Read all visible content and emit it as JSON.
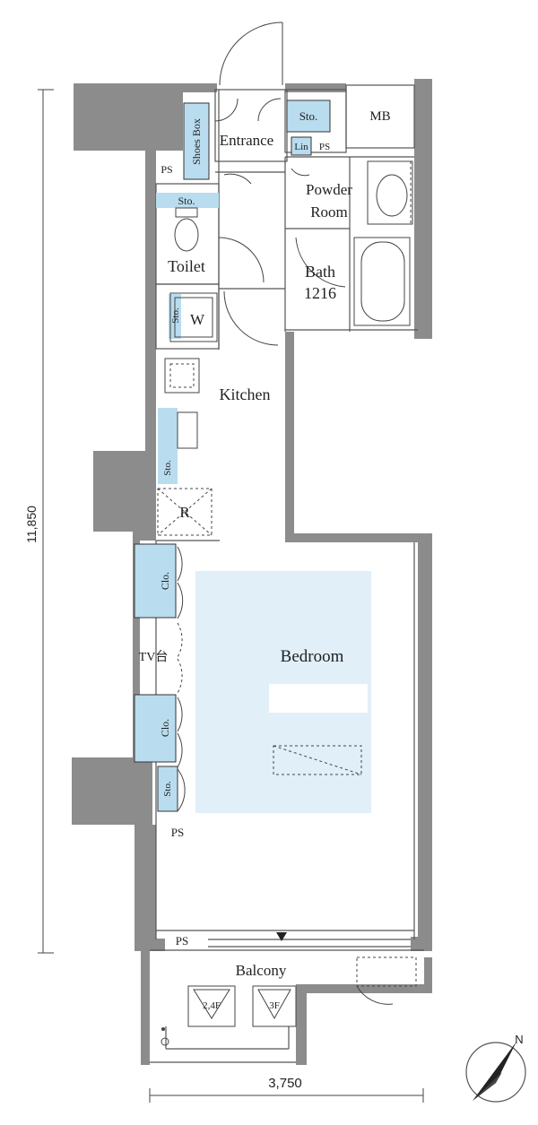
{
  "plan": {
    "rooms": {
      "entrance": "Entrance",
      "shoes_box": "Shoes Box",
      "storage": "Sto.",
      "mb": "MB",
      "linen": "Lin",
      "ps": "PS",
      "powder_room_line1": "Powder",
      "powder_room_line2": "Room",
      "toilet": "Toilet",
      "bath_line1": "Bath",
      "bath_line2": "1216",
      "washer": "W",
      "kitchen": "Kitchen",
      "refrigerator": "R",
      "closet": "Clo.",
      "tv_stand": "TV台",
      "bedroom": "Bedroom",
      "balcony": "Balcony",
      "hatch_2f": "2,4F",
      "hatch_3f": "3F"
    },
    "dimensions": {
      "height": "11,850",
      "width": "3,750"
    },
    "compass": {
      "north": "N"
    }
  }
}
